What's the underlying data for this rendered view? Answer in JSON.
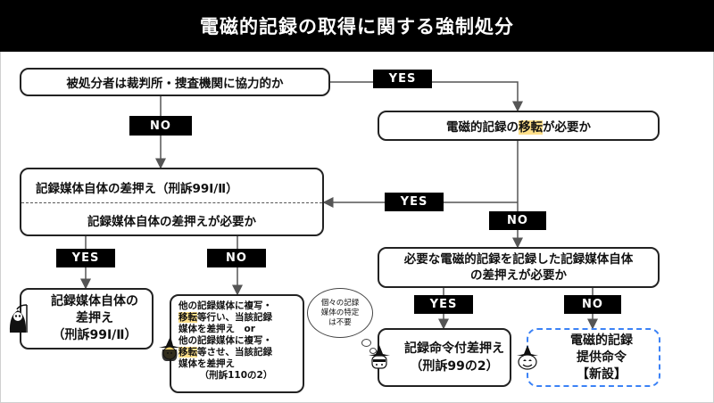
{
  "header": {
    "title": "電磁的記録の取得に関する強制処分"
  },
  "q1": {
    "text": "被処分者は裁判所・捜査機関に協力的か"
  },
  "labels": {
    "yes": "YES",
    "no": "NO"
  },
  "q2": {
    "pre": "電磁的記録の",
    "highlight": "移転",
    "post": "が必要か"
  },
  "q3": {
    "top": "記録媒体自体の差押え（刑訴99Ⅰ/Ⅱ）",
    "bottom": "記録媒体自体の差押えが必要か"
  },
  "q4": {
    "line1": "必要な電磁的記録を記録した記録媒体自体",
    "line2": "の差押えが必要か"
  },
  "r1": {
    "line1": "記録媒体自体の",
    "line2": "差押え",
    "line3": "（刑訴99Ⅰ/Ⅱ）"
  },
  "r2": {
    "l1": "他の記録媒体に複写・",
    "l2_hl": "移転",
    "l2_rest": "等行い、当該記録",
    "l3": "媒体を差押え　or",
    "l4": "他の記録媒体に複写・",
    "l5_hl": "移転",
    "l5_rest": "等させ、当該記録",
    "l6": "媒体を差押え",
    "l7": "（刑訴110の2）"
  },
  "cloud": {
    "l1": "個々の記録",
    "l2": "媒体の特定",
    "l3": "は不要"
  },
  "r3": {
    "line1": "記録命令付差押え",
    "line2": "（刑訴99の2）"
  },
  "r4": {
    "line1": "電磁的記録",
    "line2": "提供命令",
    "line3": "【新設】"
  },
  "colors": {
    "highlight": "#ffe08a",
    "dashed_border": "#3b82f6",
    "tag_bg": "#000000"
  },
  "icons": [
    "grim-reaper-icon",
    "witch-icon",
    "ghost-witch-icon",
    "pumpkin-witch-icon"
  ]
}
